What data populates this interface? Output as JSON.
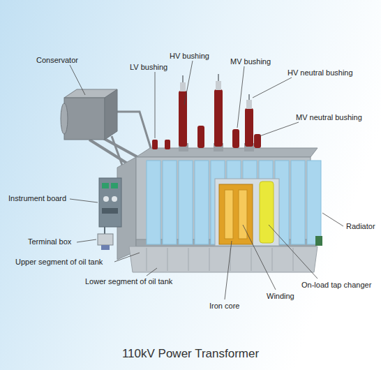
{
  "diagram": {
    "caption": "110kV Power Transformer",
    "labels": [
      "Conservator",
      "LV bushing",
      "HV bushing",
      "MV bushing",
      "HV neutral bushing",
      "MV neutral bushing",
      "Instrument board",
      "Terminal box",
      "Upper segment of oil tank",
      "Lower segment of oil tank",
      "Radiator",
      "On-load tap changer",
      "Winding",
      "Iron core"
    ]
  }
}
